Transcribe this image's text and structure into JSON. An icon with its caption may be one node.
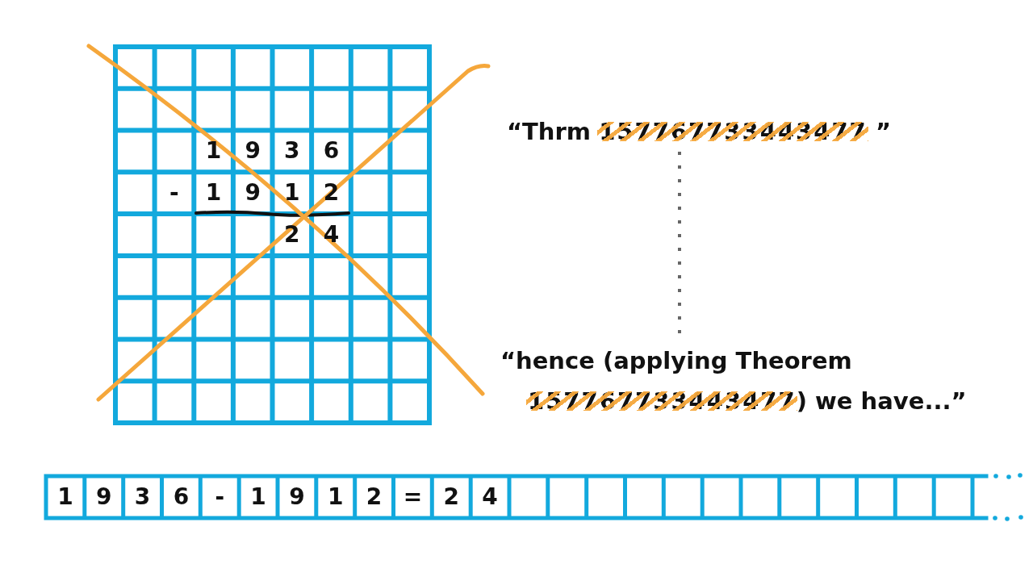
{
  "diagram": {
    "nodes": [
      {
        "text": [
          "“Thrm",
          "157767733443477",
          "”"
        ]
      },
      {
        "text": [
          "“hence (applying Theorem",
          "157767733443477",
          ") we have...”"
        ]
      }
    ],
    "edges": [
      {
        "from": 0,
        "to": 1,
        "arrow": "none",
        "style": "dashed"
      }
    ],
    "labels": [
      "1",
      "9",
      "3",
      "6",
      "-",
      "1",
      "9",
      "1",
      "2",
      "2",
      "4",
      "1",
      "9",
      "3",
      "6",
      "-",
      "1",
      "9",
      "1",
      "2",
      "=",
      "2",
      "4"
    ]
  }
}
